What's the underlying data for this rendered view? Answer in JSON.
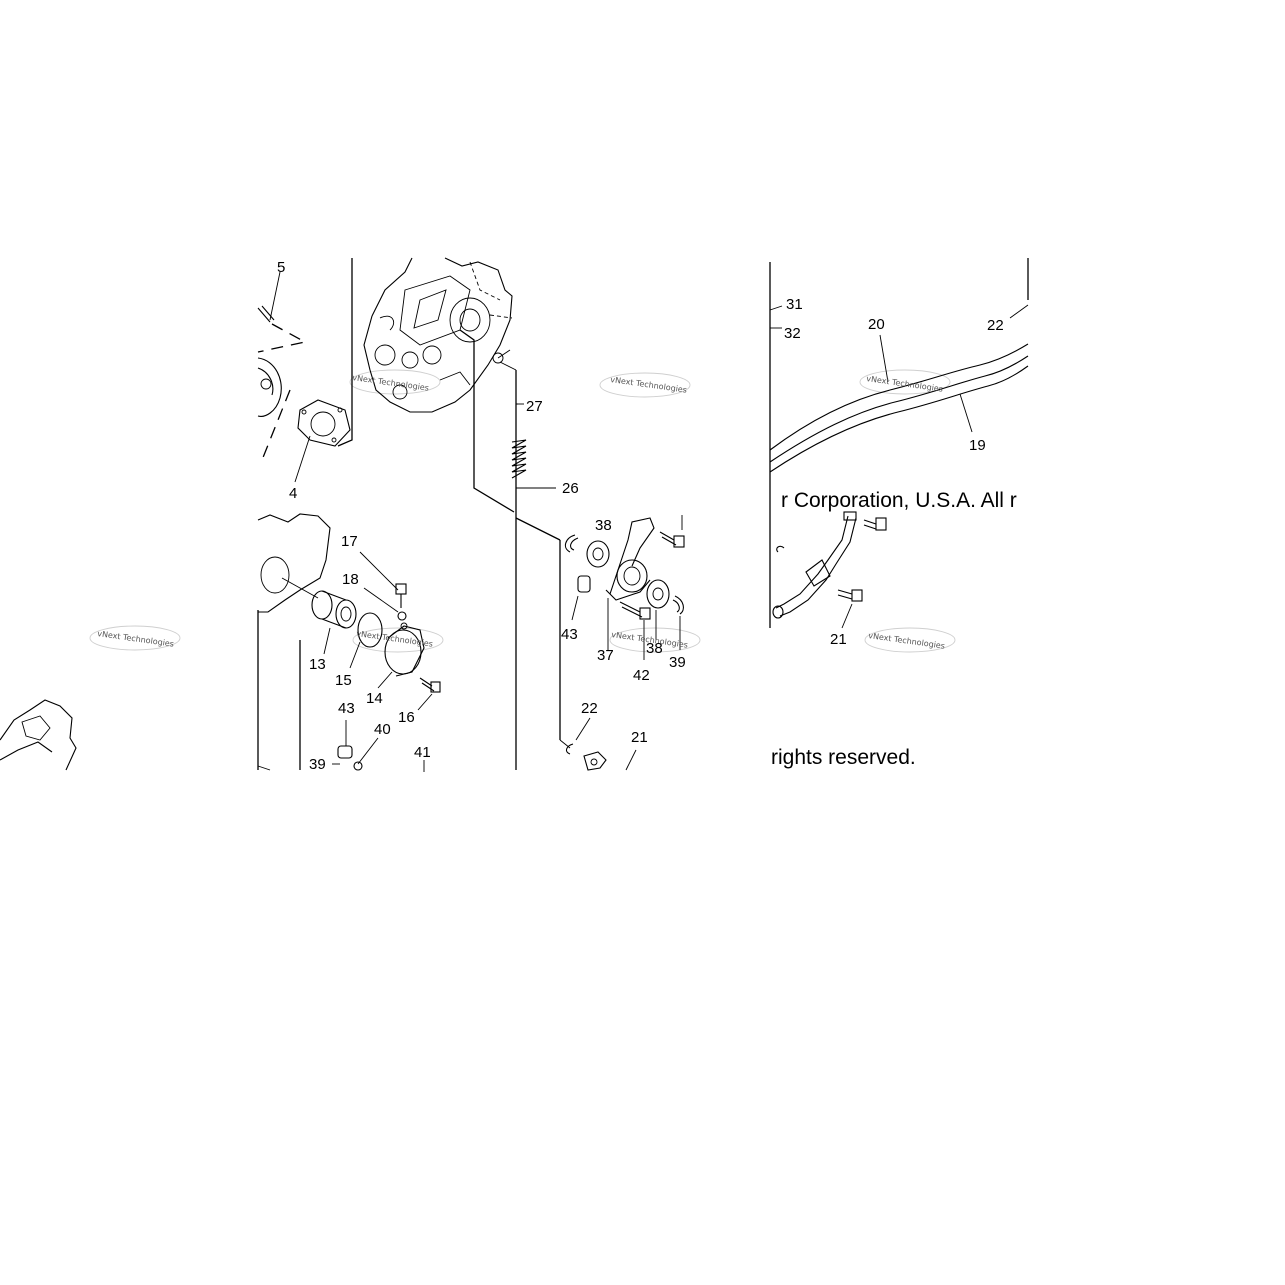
{
  "copyright": {
    "line1": "r Corporation, U.S.A. All r",
    "line2": "rights reserved."
  },
  "watermark": "vNext Technologies",
  "callouts": {
    "c5": "5",
    "c4": "4",
    "c27": "27",
    "c26": "26",
    "c31": "31",
    "c32": "32",
    "c20": "20",
    "c22a": "22",
    "c19": "19",
    "c17": "17",
    "c18": "18",
    "c13": "13",
    "c15": "15",
    "c14": "14",
    "c16": "16",
    "c43a": "43",
    "c40": "40",
    "c41": "41",
    "c39a": "39",
    "c38a": "38",
    "c43b": "43",
    "c37": "37",
    "c42": "42",
    "c38b": "38",
    "c39b": "39",
    "c22b": "22",
    "c21a": "21",
    "c21b": "21"
  }
}
